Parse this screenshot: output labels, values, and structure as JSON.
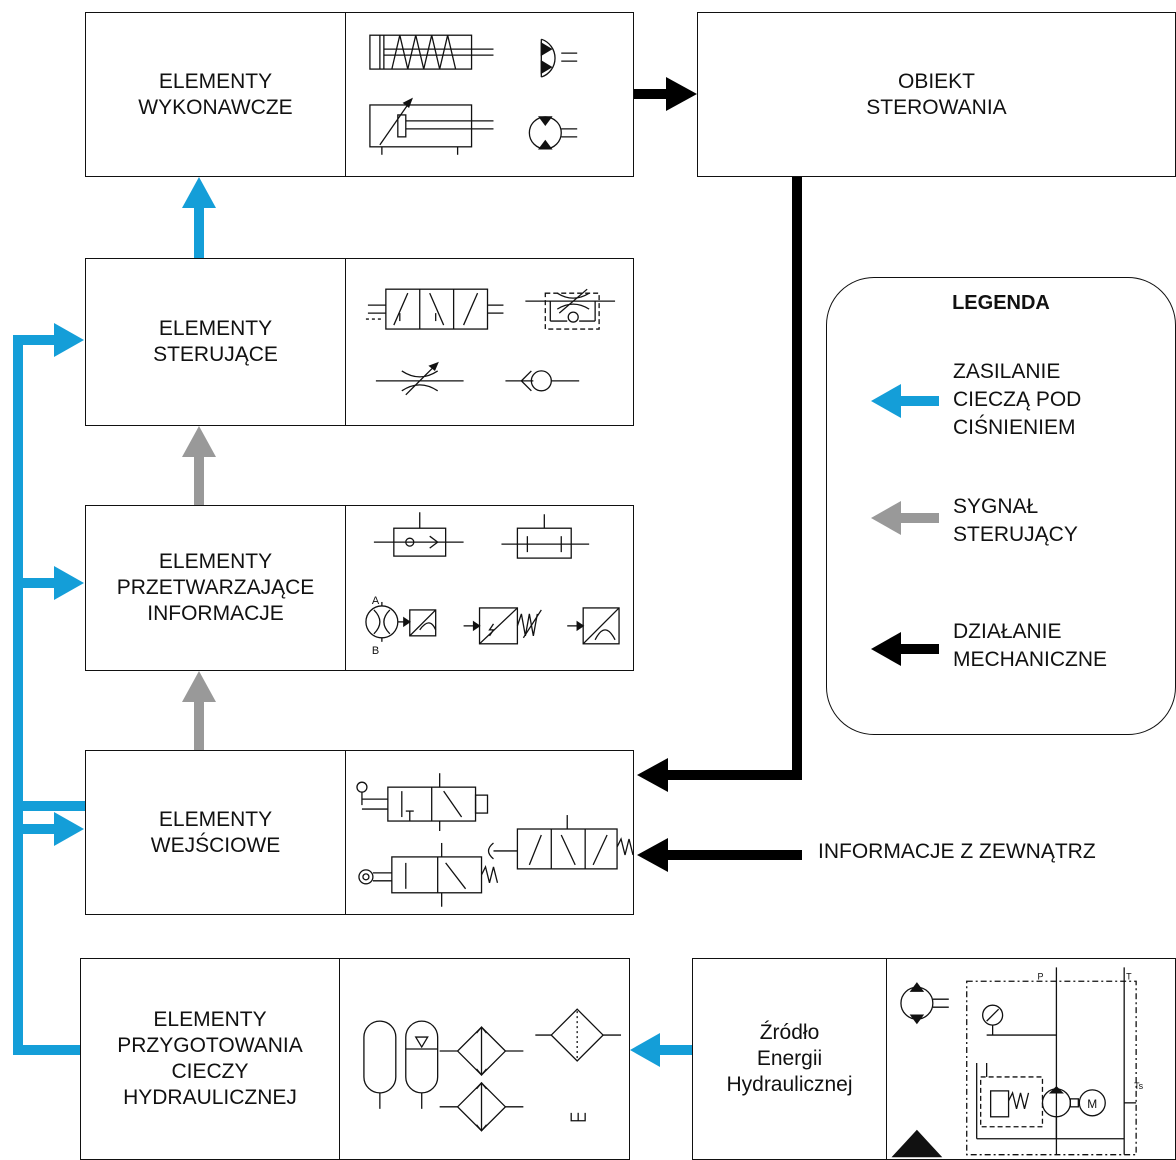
{
  "blocks": {
    "wykonawcze": "ELEMENTY\nWYKONAWCZE",
    "obiekt": "OBIEKT\nSTEROWANIA",
    "sterujace": "ELEMENTY\nSTERUJĄCE",
    "przetwarzajace": "ELEMENTY\nPRZETWARZAJĄCE\nINFORMACJE",
    "wejsciowe": "ELEMENTY\nWEJŚCIOWE",
    "przygotowania": "ELEMENTY\nPRZYGOTOWANIA\nCIECZY\nHYDRAULICZNEJ",
    "zrodlo": "Źródło\nEnergii\nHydraulicznej"
  },
  "symbol_labels": {
    "port_a": "A",
    "port_b": "B",
    "port_p": "P",
    "port_t": "T",
    "port_ts": "Ts",
    "motor_m": "M"
  },
  "external_input": "INFORMACJE Z ZEWNĄTRZ",
  "legend": {
    "title": "LEGENDA",
    "items": [
      {
        "label": "ZASILANIE\nCIECZĄ POD\nCIŚNIENIEM",
        "color": "#149ed8"
      },
      {
        "label": "SYGNAŁ\nSTERUJĄCY",
        "color": "#999999"
      },
      {
        "label": "DZIAŁANIE\nMECHANICZNE",
        "color": "#000000"
      }
    ]
  },
  "colors": {
    "pressure": "#149ed8",
    "signal": "#999999",
    "mechanical": "#000000",
    "line": "#111111"
  }
}
